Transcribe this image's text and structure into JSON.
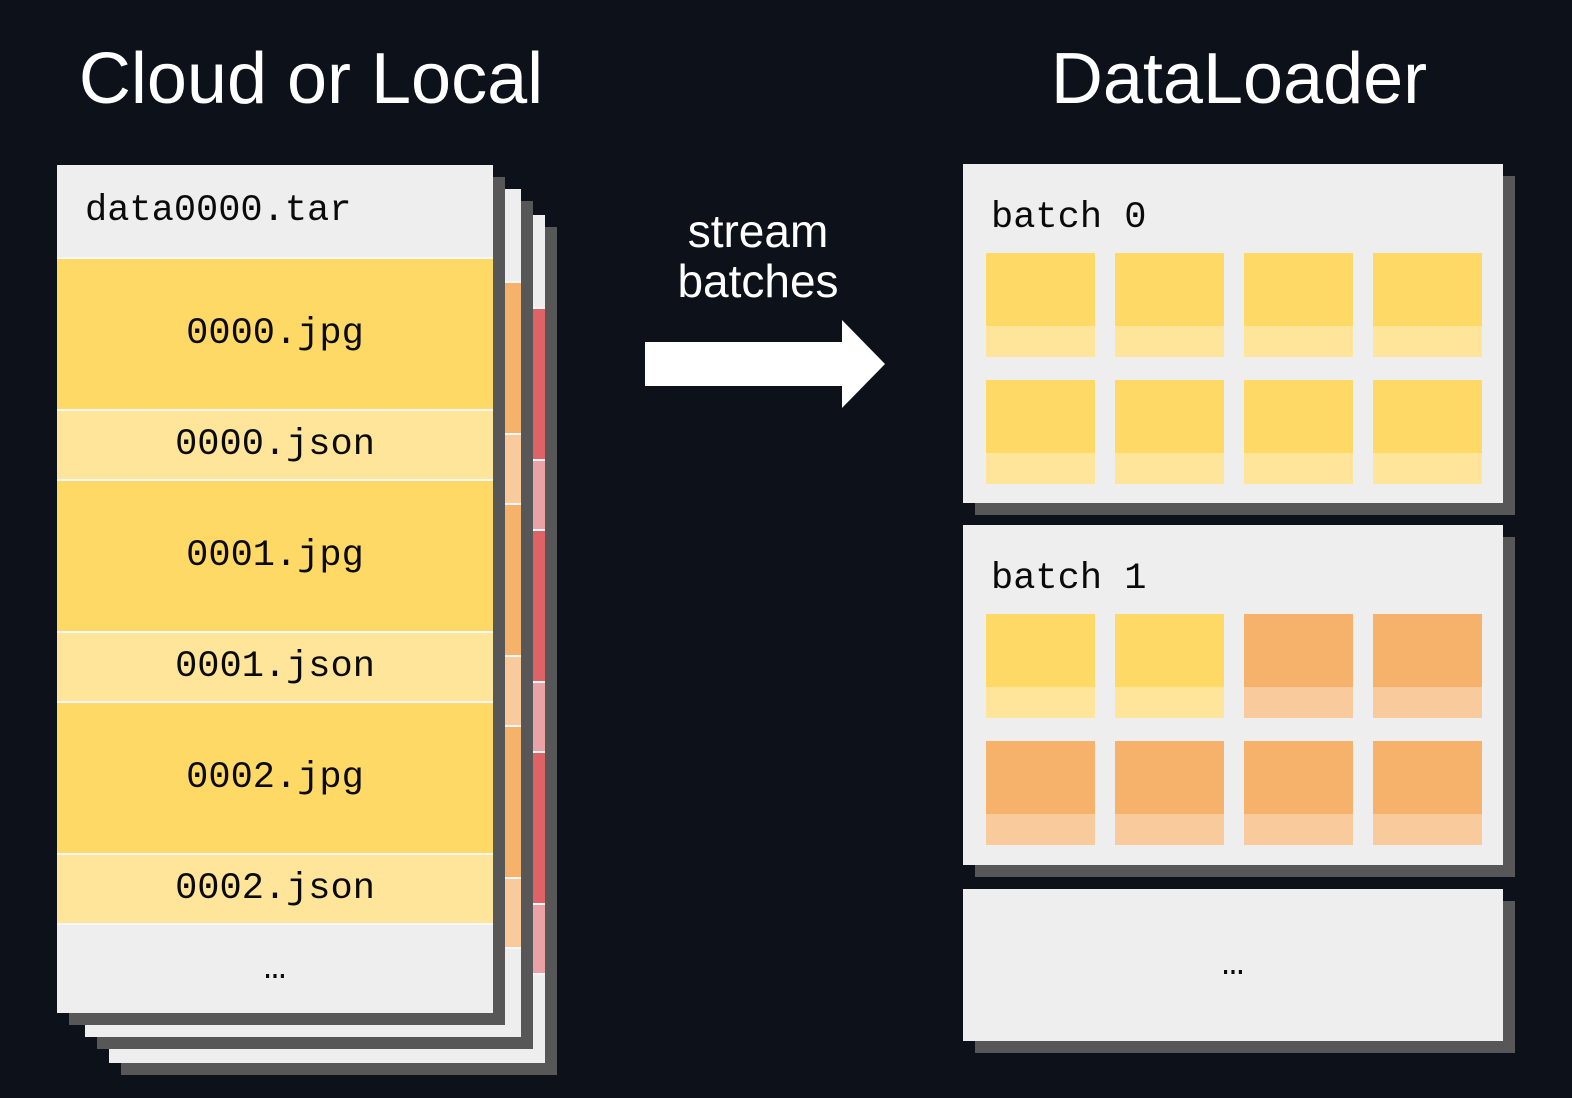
{
  "left": {
    "title": "Cloud or Local",
    "shard": {
      "filename": "data0000.tar",
      "entries": [
        "0000.jpg",
        "0000.json",
        "0001.jpg",
        "0001.json",
        "0002.jpg",
        "0002.json"
      ],
      "more": "…"
    },
    "stacked_shards": [
      "orange-shard",
      "red-shard"
    ]
  },
  "flow": {
    "line1": "stream",
    "line2": "batches",
    "arrow_icon": "arrow-right-icon"
  },
  "right": {
    "title": "DataLoader",
    "batches": [
      {
        "label": "batch 0",
        "tiles": [
          "yellow",
          "yellow",
          "yellow",
          "yellow",
          "yellow",
          "yellow",
          "yellow",
          "yellow"
        ]
      },
      {
        "label": "batch 1",
        "tiles": [
          "yellow",
          "yellow",
          "orange",
          "orange",
          "orange",
          "orange",
          "orange",
          "orange"
        ]
      }
    ],
    "more": "…"
  },
  "colors": {
    "bg": "#0D111A",
    "cardGray": "#EEEEEE",
    "shadow": "#575757",
    "ink": "#0A0A0A",
    "yellow": "#FFD966",
    "yellowLight": "#FFE599",
    "orange": "#F6B26B",
    "orangeLight": "#F9CB9C",
    "red": "#DD6366",
    "redLight": "#E9A2A5",
    "white": "#FFFFFF"
  }
}
